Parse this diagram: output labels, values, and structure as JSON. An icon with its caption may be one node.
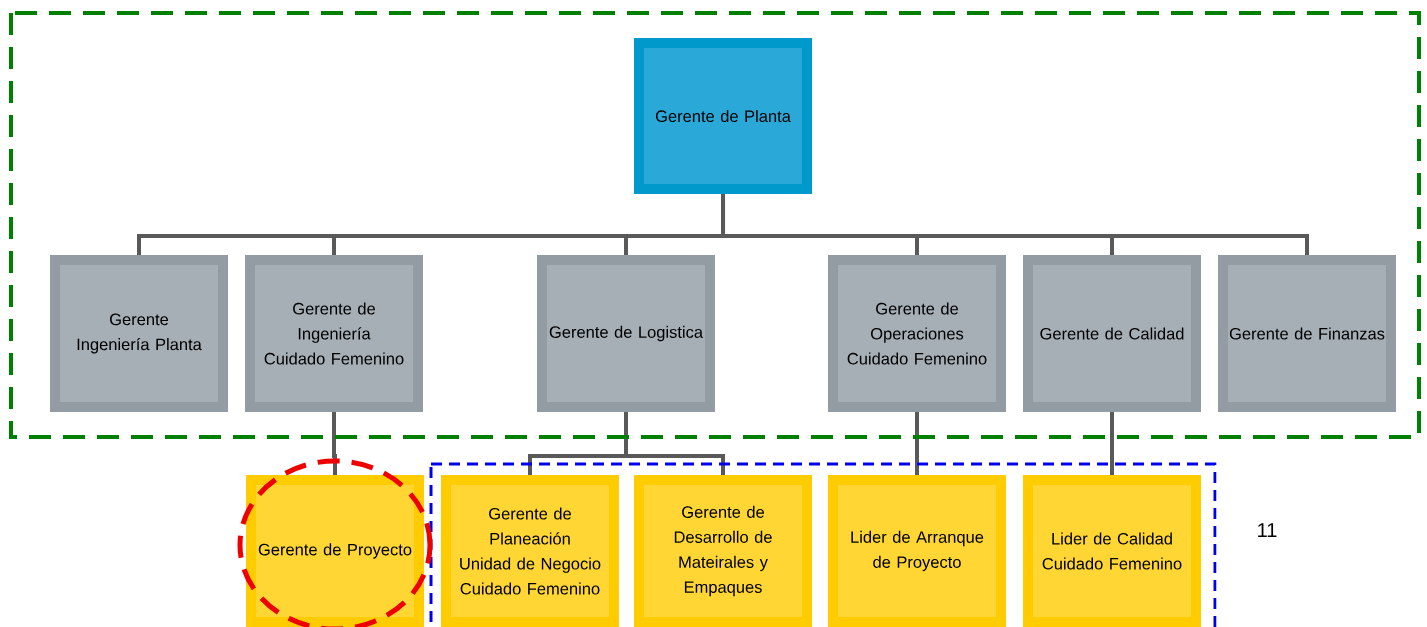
{
  "diagram": {
    "nodes": [
      {
        "text": [
          "Gerente de Planta"
        ]
      },
      {
        "text": [
          "Gerente Ingeniería Planta"
        ]
      },
      {
        "text": [
          "Gerente de Ingeniería Cuidado Femenino"
        ]
      },
      {
        "text": [
          "Gerente de Logistica"
        ]
      },
      {
        "text": [
          "Gerente de Operaciones Cuidado Femenino"
        ]
      },
      {
        "text": [
          "Gerente de Calidad"
        ]
      },
      {
        "text": [
          "Gerente de Finanzas"
        ]
      },
      {
        "text": [
          "Gerente de Proyecto"
        ]
      },
      {
        "text": [
          "Gerente de Planeación Unidad de Negocio Cuidado Femenino"
        ]
      },
      {
        "text": [
          "Gerente de Desarrollo de Mateirales y Empaques"
        ]
      },
      {
        "text": [
          "Lider de Arranque de Proyecto"
        ]
      },
      {
        "text": [
          "Lider de Calidad Cuidado Femenino"
        ]
      }
    ],
    "edges": [
      {
        "from": 0,
        "to": 1,
        "arrow": "none"
      },
      {
        "from": 0,
        "to": 2,
        "arrow": "none"
      },
      {
        "from": 0,
        "to": 3,
        "arrow": "none"
      },
      {
        "from": 0,
        "to": 4,
        "arrow": "none"
      },
      {
        "from": 0,
        "to": 5,
        "arrow": "none"
      },
      {
        "from": 0,
        "to": 6,
        "arrow": "none"
      },
      {
        "from": 2,
        "to": 7,
        "arrow": "none"
      },
      {
        "from": 3,
        "to": 8,
        "arrow": "none"
      },
      {
        "from": 3,
        "to": 9,
        "arrow": "none"
      },
      {
        "from": 4,
        "to": 10,
        "arrow": "none"
      },
      {
        "from": 5,
        "to": 11,
        "arrow": "none"
      }
    ],
    "labels": [
      "11"
    ]
  }
}
